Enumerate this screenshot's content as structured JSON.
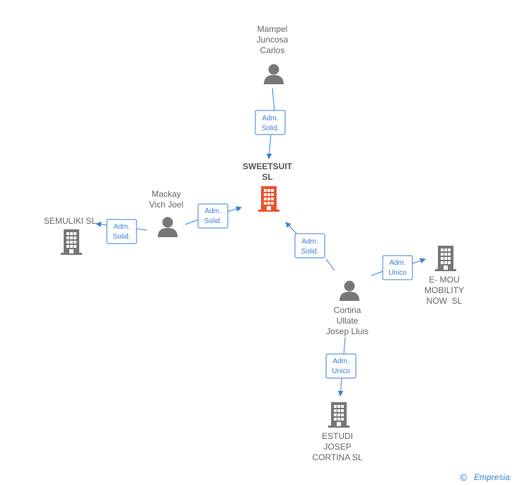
{
  "colors": {
    "edge": "#3b82d6",
    "company": "#777777",
    "company_main": "#f0522b",
    "person": "#777777",
    "label": "#666666"
  },
  "nodes": {
    "mampel": {
      "type": "person",
      "lines": [
        "Mampel",
        "Juncosa",
        "Carlos"
      ]
    },
    "sweetsuit": {
      "type": "company",
      "main": true,
      "lines": [
        "SWEETSUIT",
        "SL"
      ]
    },
    "mackay": {
      "type": "person",
      "lines": [
        "Mackay",
        "Vich Joel"
      ]
    },
    "semuliki": {
      "type": "company",
      "lines": [
        "SEMULIKI SL"
      ]
    },
    "cortina": {
      "type": "person",
      "lines": [
        "Cortina",
        "Ullate",
        "Josep Lluis"
      ]
    },
    "emou": {
      "type": "company",
      "lines": [
        "E- MOU",
        "MOBILITY",
        "NOW  SL"
      ]
    },
    "estudi": {
      "type": "company",
      "lines": [
        "ESTUDI",
        "JOSEP",
        "CORTINA SL"
      ]
    }
  },
  "edges": [
    {
      "id": "e1",
      "from": "mampel",
      "to": "sweetsuit",
      "label": [
        "Adm.",
        "Solid."
      ]
    },
    {
      "id": "e2",
      "from": "mackay",
      "to": "sweetsuit",
      "label": [
        "Adm.",
        "Solid."
      ]
    },
    {
      "id": "e3",
      "from": "mackay",
      "to": "semuliki",
      "label": [
        "Adm.",
        "Solid."
      ]
    },
    {
      "id": "e4",
      "from": "cortina",
      "to": "sweetsuit",
      "label": [
        "Adm.",
        "Solid."
      ]
    },
    {
      "id": "e5",
      "from": "cortina",
      "to": "emou",
      "label": [
        "Adm.",
        "Unico"
      ]
    },
    {
      "id": "e6",
      "from": "cortina",
      "to": "estudi",
      "label": [
        "Adm.",
        "Unico"
      ]
    }
  ],
  "footer": {
    "copyright_symbol": "©",
    "brand": "Empresia"
  }
}
